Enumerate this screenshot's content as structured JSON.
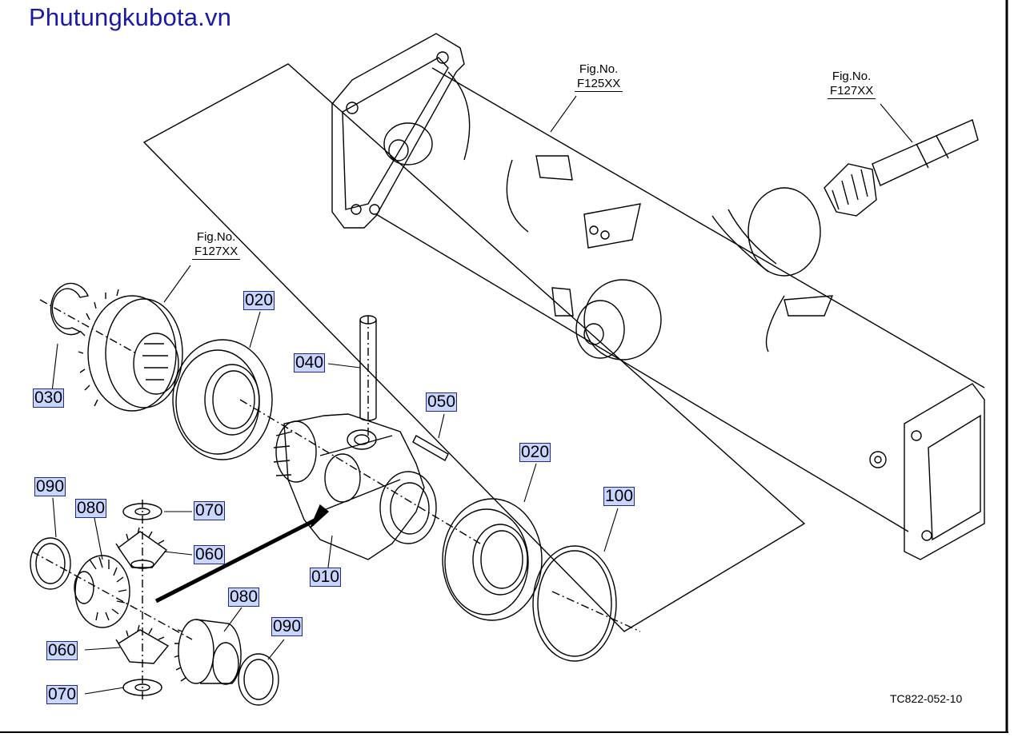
{
  "watermark": "Phutungkubota.vn",
  "drawing_number": "TC822-052-10",
  "figure_refs": [
    {
      "label": "Fig.No.",
      "number": "F125XX"
    },
    {
      "label": "Fig.No.",
      "number": "F127XX"
    },
    {
      "label": "Fig.No.",
      "number": "F127XX"
    }
  ],
  "callouts": {
    "c010": "010",
    "c020a": "020",
    "c020b": "020",
    "c030": "030",
    "c040": "040",
    "c050": "050",
    "c060a": "060",
    "c060b": "060",
    "c070a": "070",
    "c070b": "070",
    "c080a": "080",
    "c080b": "080",
    "c090a": "090",
    "c090b": "090",
    "c100": "100"
  }
}
